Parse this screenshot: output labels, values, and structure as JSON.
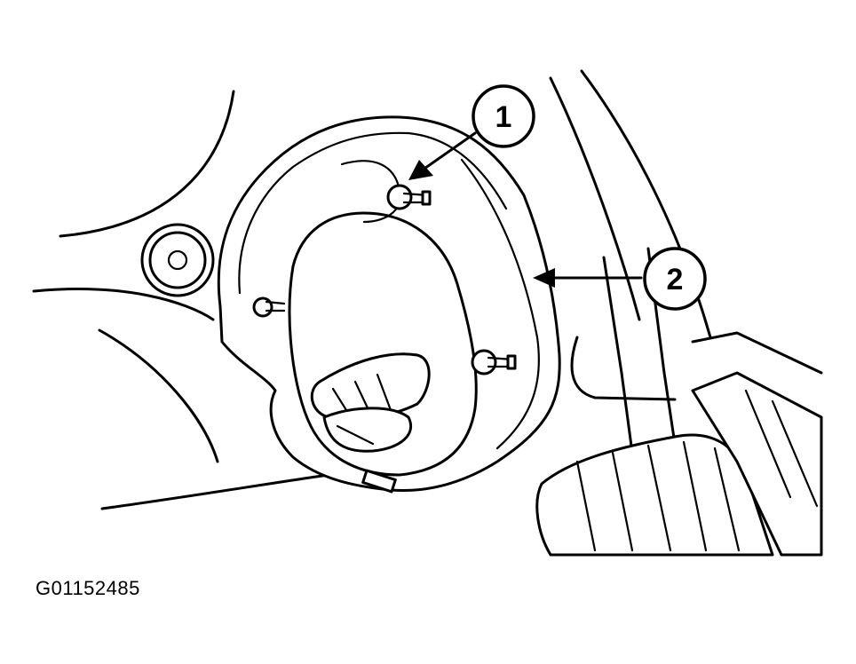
{
  "callouts": [
    {
      "number": "1"
    },
    {
      "number": "2"
    }
  ],
  "figure_id": "G01152485",
  "colors": {
    "line": "#000000",
    "background": "#ffffff"
  }
}
